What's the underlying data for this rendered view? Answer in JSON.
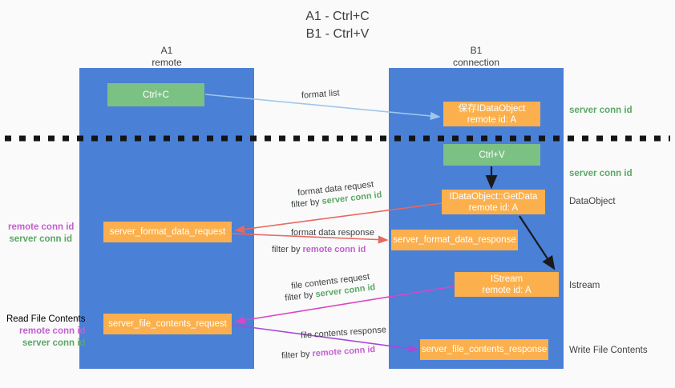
{
  "title": {
    "line1": "A1 - Ctrl+C",
    "line2": "B1 - Ctrl+V"
  },
  "lanes": [
    {
      "name": "A1",
      "sub": "remote"
    },
    {
      "name": "B1",
      "sub": "connection"
    }
  ],
  "nodes": {
    "ctrl_c": "Ctrl+C",
    "idataobject_line1": "保存IDataObject",
    "idataobject_line2": "remote id: A",
    "ctrl_v": "Ctrl+V",
    "getdata_line1": "IDataObject::GetData",
    "getdata_line2": "remote id: A",
    "format_data_request": "server_format_data_request",
    "format_data_response": "server_format_data_response",
    "istream_line1": "IStream",
    "istream_line2": "remote id: A",
    "file_contents_request": "server_file_contents_request",
    "file_contents_response": "server_file_contents_response"
  },
  "edge_labels": {
    "format_list": "format list",
    "format_data_request": "format data request",
    "format_data_request_filter_prefix": "filter by ",
    "format_data_request_filter_value": "server conn id",
    "format_data_response": "format data response",
    "format_data_response_filter_prefix": "filter by ",
    "format_data_response_filter_value": "remote conn id",
    "file_contents_request": "file contents request",
    "file_contents_request_filter_prefix": "filter by ",
    "file_contents_request_filter_value": "server conn id",
    "file_contents_response": "file contents response",
    "file_contents_response_filter_prefix": "filter by ",
    "file_contents_response_filter_value": "remote conn id"
  },
  "annotations": {
    "server_conn_id_top": "server conn id",
    "server_conn_id_mid": "server conn id",
    "data_object": "DataObject",
    "istream": "Istream",
    "write_file_contents": "Write File Contents",
    "read_file_contents": "Read File Contents",
    "remote_conn_id_1": "remote conn id",
    "server_conn_id_1": "server conn id",
    "remote_conn_id_2": "remote conn id",
    "server_conn_id_2": "server conn id"
  },
  "colors": {
    "lane": "#4a80d6",
    "node_green": "#7cc184",
    "node_orange": "#fbb04d",
    "green_text": "#5ba766",
    "purple_text": "#c45fd0",
    "arrow_lightblue": "#9fc6ec",
    "arrow_red": "#e8685f",
    "arrow_magenta": "#d946c6",
    "arrow_purple": "#a64ad6",
    "arrow_black": "#1a1a1a",
    "background": "#fafafa"
  }
}
